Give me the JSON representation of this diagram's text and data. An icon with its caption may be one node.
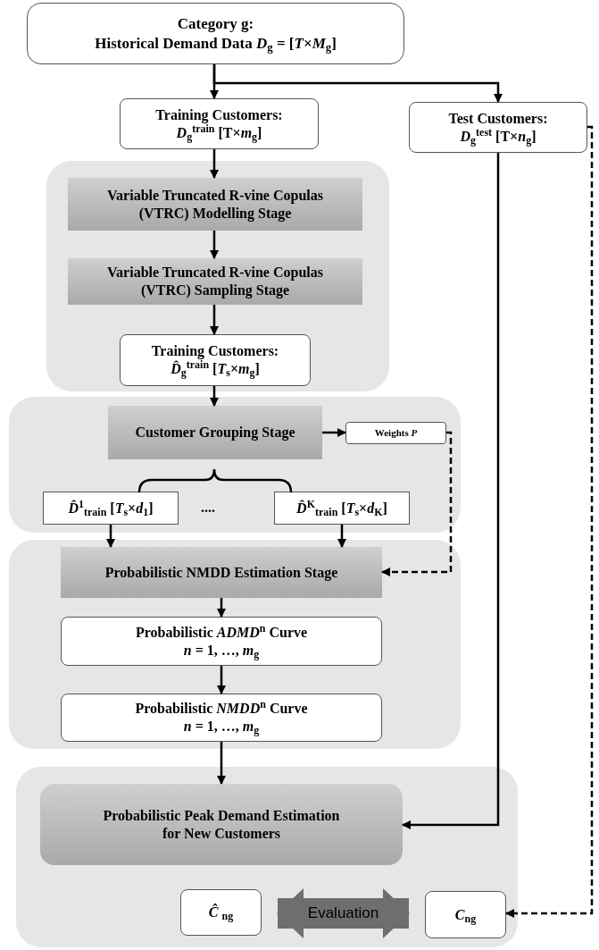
{
  "diagram": {
    "nodes": [
      {
        "text": [
          "Category g:",
          "Historical Demand Data *D*$_{g}$ = [*T*×*M*$_{g}$]"
        ]
      },
      {
        "text": [
          "Training Customers:",
          "*D*$_{g}$$^{train}$ [T×*m*$_{g}$]"
        ]
      },
      {
        "text": [
          "Test Customers:",
          "*D*$_{g}$$^{test}$ [T×*n*$_{g}$]"
        ]
      },
      {
        "text": [],
        "shape": "box"
      },
      {
        "text": [
          "Variable Truncated R-vine Copulas (VTRC) Modelling Stage"
        ],
        "in": 3
      },
      {
        "text": [
          "Variable Truncated R-vine Copulas (VTRC) Sampling Stage"
        ],
        "in": 3
      },
      {
        "text": [
          "Training Customers:",
          "*D̂*$_{g}$$^{train}$ [*T*$_{s}$×*m*$_{g}$]"
        ],
        "in": 3
      },
      {
        "text": [],
        "shape": "box"
      },
      {
        "text": [
          "Customer Grouping Stage"
        ],
        "in": 7
      },
      {
        "text": [
          "Weights *P*"
        ],
        "in": 7
      },
      {
        "text": [
          "*D̂*$^{1}$$_{train}$ [*T*$_{s}$×*d*$_{1}$]"
        ],
        "in": 7
      },
      {
        "text": [
          "*D̂*$^{K}$$_{train}$ [*T*$_{s}$×*d*$_{K}$]"
        ],
        "in": 7
      },
      {
        "text": [],
        "shape": "box"
      },
      {
        "text": [
          "Probabilistic NMDD Estimation Stage"
        ],
        "in": 12
      },
      {
        "text": [
          "Probabilistic *ADMD*$^{n}$ Curve",
          "*n* = 1, …, *m*$_{g}$"
        ],
        "in": 12
      },
      {
        "text": [
          "Probabilistic *NMDD*$^{n}$ Curve",
          "*n* = 1, …, *m*$_{g}$"
        ],
        "in": 12
      },
      {
        "text": [],
        "shape": "box"
      },
      {
        "text": [
          "Probabilistic Peak Demand Estimation for New Customers"
        ],
        "in": 16
      },
      {
        "text": [
          "*Ĉ* $_{ng}$"
        ],
        "in": 16
      },
      {
        "text": [
          "*C*$_{ng}$"
        ],
        "in": 16
      }
    ],
    "edges": [
      {
        "from": 0,
        "to": 1,
        "arrow": "to"
      },
      {
        "from": 0,
        "to": 2,
        "arrow": "to"
      },
      {
        "from": 1,
        "to": 4,
        "arrow": "to"
      },
      {
        "from": 4,
        "to": 5,
        "arrow": "to"
      },
      {
        "from": 5,
        "to": 6,
        "arrow": "to"
      },
      {
        "from": 6,
        "to": 8,
        "arrow": "to"
      },
      {
        "from": 8,
        "to": 9,
        "arrow": "to"
      },
      {
        "from": 9,
        "to": 13,
        "arrow": "to",
        "style": "dashed"
      },
      {
        "from": 10,
        "to": 13,
        "arrow": "to"
      },
      {
        "from": 11,
        "to": 13,
        "arrow": "to"
      },
      {
        "from": 13,
        "to": 14,
        "arrow": "to"
      },
      {
        "from": 14,
        "to": 15,
        "arrow": "to"
      },
      {
        "from": 15,
        "to": 17,
        "arrow": "to"
      },
      {
        "from": 2,
        "to": 17,
        "arrow": "to"
      },
      {
        "from": 2,
        "to": 19,
        "arrow": "to",
        "style": "dashed"
      },
      {
        "from": 18,
        "to": 19,
        "arrow": "both",
        "style": "thick",
        "color": "#6e6e6e",
        "label": "Evaluation"
      }
    ],
    "labels": [
      "...."
    ]
  }
}
